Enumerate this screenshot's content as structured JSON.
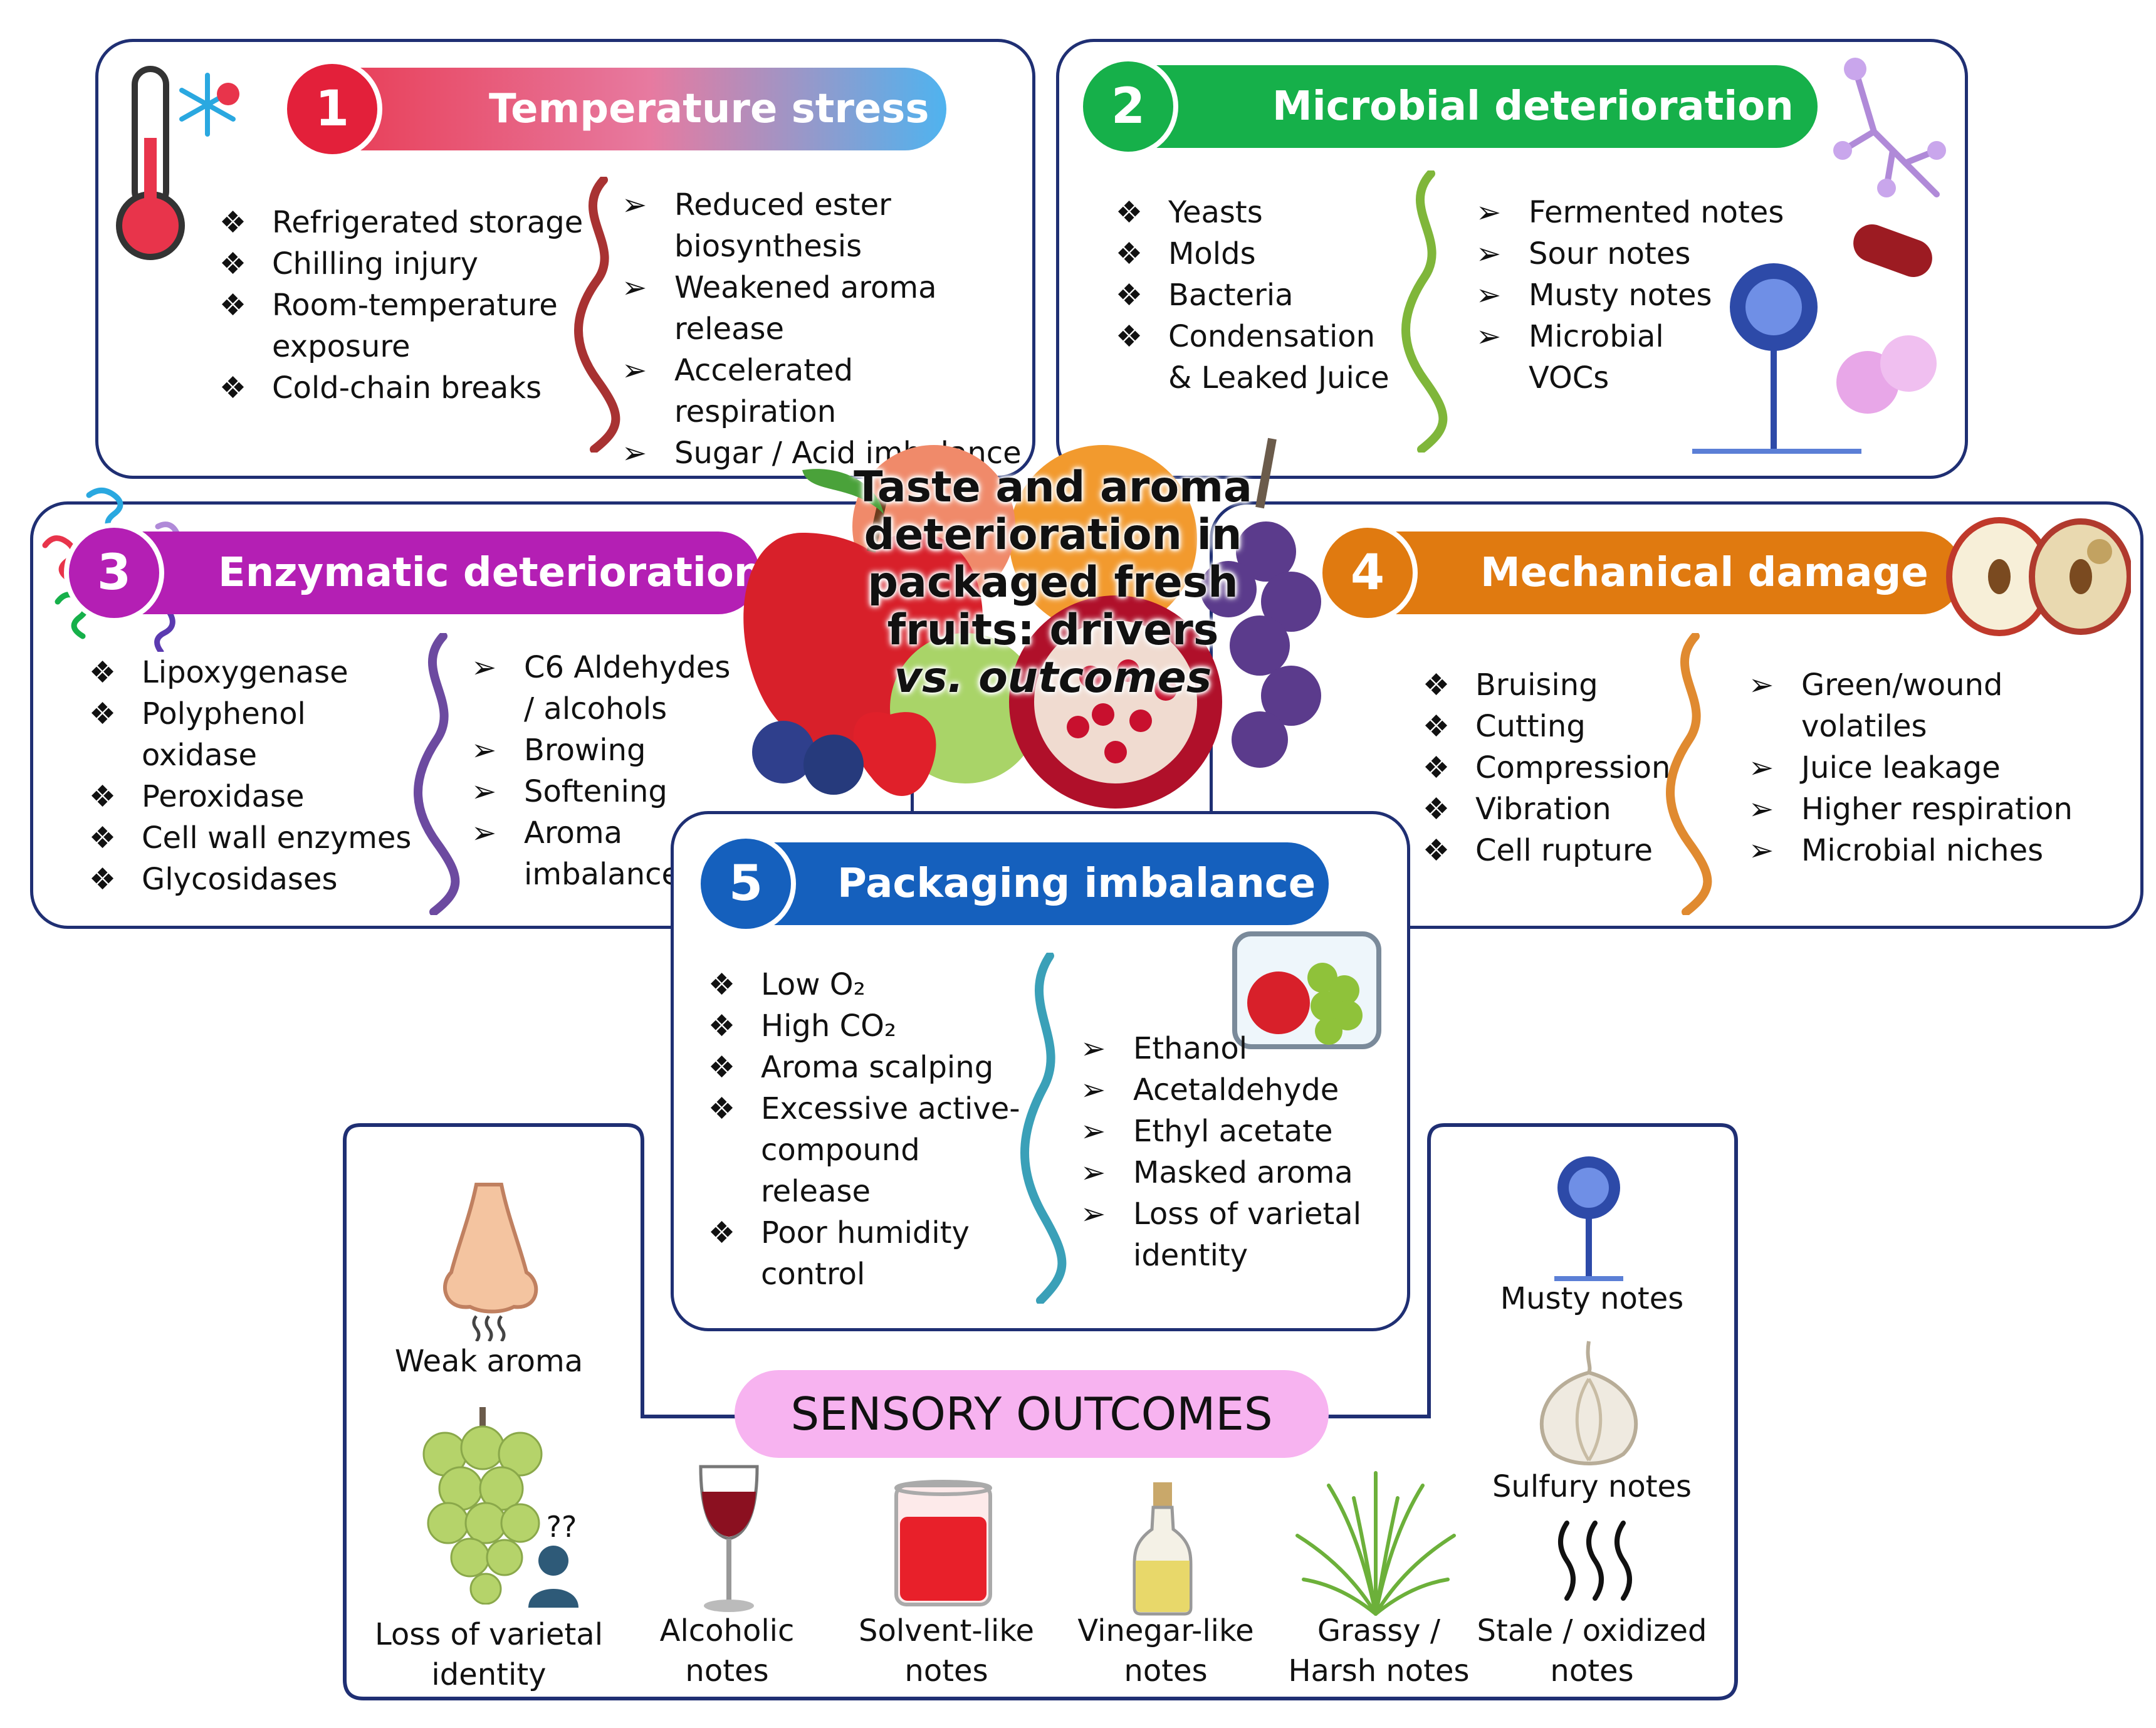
{
  "center_title": [
    "Taste and aroma",
    "deterioration in",
    "packaged fresh",
    "fruits: drivers",
    "vs. outcomes"
  ],
  "panels": {
    "p1": {
      "number": "1",
      "title": "Temperature stress",
      "color": "#e3203a",
      "drivers": [
        [
          "Refrigerated storage"
        ],
        [
          "Chilling injury"
        ],
        [
          "Room-temperature",
          "exposure"
        ],
        [
          "Cold-chain breaks"
        ]
      ],
      "outcomes": [
        [
          "Reduced ester",
          "biosynthesis"
        ],
        [
          "Weakened aroma",
          "release"
        ],
        [
          "Accelerated respiration"
        ],
        [
          "Sugar / Acid imbalance"
        ]
      ]
    },
    "p2": {
      "number": "2",
      "title": "Microbial deterioration",
      "color": "#16b04a",
      "drivers": [
        [
          "Yeasts"
        ],
        [
          "Molds"
        ],
        [
          "Bacteria"
        ],
        [
          "Condensation",
          "& Leaked Juice"
        ]
      ],
      "outcomes": [
        [
          "Fermented notes"
        ],
        [
          "Sour notes"
        ],
        [
          "Musty notes"
        ],
        [
          "Microbial",
          "VOCs"
        ]
      ]
    },
    "p3": {
      "number": "3",
      "title": "Enzymatic deterioration",
      "color": "#b41fb4",
      "drivers": [
        [
          "Lipoxygenase"
        ],
        [
          "Polyphenol",
          "oxidase"
        ],
        [
          "Peroxidase"
        ],
        [
          "Cell wall enzymes"
        ],
        [
          "Glycosidases"
        ]
      ],
      "outcomes": [
        [
          "C6 Aldehydes",
          "/ alcohols"
        ],
        [
          "Browing"
        ],
        [
          "Softening"
        ],
        [
          "Aroma",
          "imbalance"
        ]
      ]
    },
    "p4": {
      "number": "4",
      "title": "Mechanical damage",
      "color": "#e07a10",
      "drivers": [
        [
          "Bruising"
        ],
        [
          "Cutting"
        ],
        [
          "Compression"
        ],
        [
          "Vibration"
        ],
        [
          "Cell rupture"
        ]
      ],
      "outcomes": [
        [
          "Green/wound",
          "volatiles"
        ],
        [
          "Juice leakage"
        ],
        [
          "Higher respiration"
        ],
        [
          "Microbial niches"
        ]
      ]
    },
    "p5": {
      "number": "5",
      "title": "Packaging imbalance",
      "color": "#1560bd",
      "drivers": [
        [
          "Low O₂"
        ],
        [
          "High CO₂"
        ],
        [
          "Aroma scalping"
        ],
        [
          "Excessive active-",
          "compound",
          "release"
        ],
        [
          "Poor humidity",
          "control"
        ]
      ],
      "outcomes": [
        [
          "Ethanol"
        ],
        [
          "Acetaldehyde"
        ],
        [
          "Ethyl acetate"
        ],
        [
          "Masked aroma"
        ],
        [
          "Loss of varietal",
          "identity"
        ]
      ]
    }
  },
  "sensory": {
    "title": "SENSORY OUTCOMES",
    "labels": {
      "weak": [
        "Weak aroma"
      ],
      "varietal": [
        "Loss of varietal",
        "identity"
      ],
      "alcoholic": [
        "Alcoholic",
        "notes"
      ],
      "solvent": [
        "Solvent-like",
        "notes"
      ],
      "vinegar": [
        "Vinegar-like",
        "notes"
      ],
      "grassy": [
        "Grassy /",
        "Harsh notes"
      ],
      "stale": [
        "Stale / oxidized",
        "notes"
      ],
      "musty": [
        "Musty notes"
      ],
      "sulfury": [
        "Sulfury notes"
      ]
    },
    "question_marks": "??"
  },
  "icons": {
    "thermometer": "thermometer-icon",
    "snowflake": "snowflake-icon",
    "mold": "mold-icon",
    "bacteria": "bacteria-icon",
    "yeast": "yeast-icon",
    "enzymes": "enzyme-icon",
    "apple_halves": "apple-halves-icon",
    "clamshell": "clamshell-package-icon",
    "nose": "nose-icon",
    "grapes": "grapes-icon",
    "person": "person-icon",
    "wine": "wine-glass-icon",
    "beaker": "beaker-icon",
    "bottle": "vinegar-bottle-icon",
    "grass": "grass-icon",
    "garlic": "garlic-icon",
    "stale": "stale-odor-icon",
    "fruits": "fruit-cluster-icon"
  },
  "bullets": {
    "driver": "❖",
    "outcome": "➢"
  }
}
